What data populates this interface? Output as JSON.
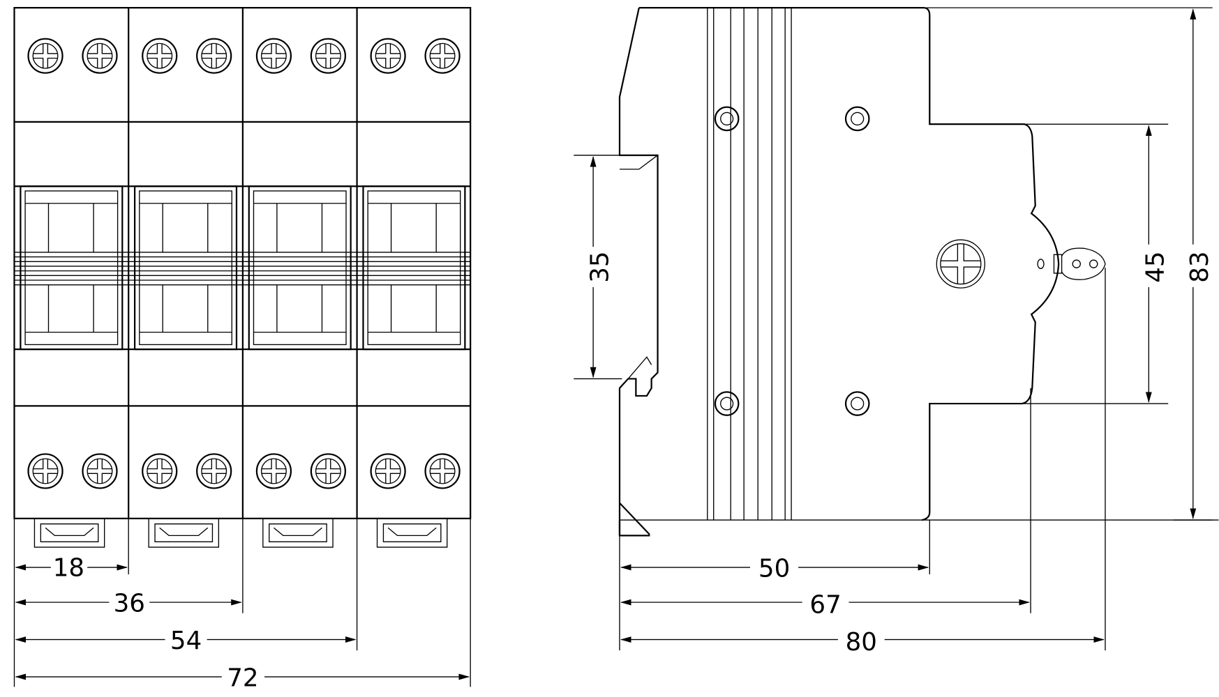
{
  "front_view": {
    "poles": 4,
    "dimensions": {
      "d18": "18",
      "d36": "36",
      "d54": "54",
      "d72": "72"
    }
  },
  "side_view": {
    "dimensions": {
      "d35": "35",
      "d45": "45",
      "d83": "83",
      "d50": "50",
      "d67": "67",
      "d80": "80"
    }
  },
  "colors": {
    "line": "#000000",
    "background": "#ffffff"
  }
}
